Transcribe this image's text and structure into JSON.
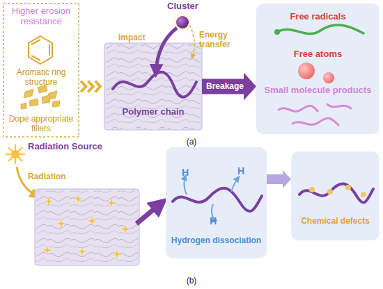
{
  "diagram": {
    "nodes": [
      {
        "text": [
          "Higher erosion resistance",
          "Aromatic ring structure",
          "Dope appropriate fillers"
        ]
      },
      {
        "text": [
          "Polymer chain"
        ]
      },
      {
        "text": [
          "Free radicals",
          "Free atoms",
          "Small molecule products"
        ]
      },
      {
        "text": [
          "H",
          "H",
          "H",
          "Hydrogen dissociation"
        ]
      },
      {
        "text": [
          "Chemical defects"
        ]
      }
    ],
    "edges": [
      {
        "from": 0,
        "to": 1,
        "arrow": "to"
      },
      {
        "from": 1,
        "to": 2,
        "label": "Breakage",
        "arrow": "to"
      },
      {
        "from": 3,
        "to": 4,
        "arrow": "to"
      }
    ],
    "labels": [
      "Cluster",
      "Impact",
      "Energy transfer",
      "(a)",
      "Radiation Source",
      "Radiation",
      "(b)"
    ]
  }
}
